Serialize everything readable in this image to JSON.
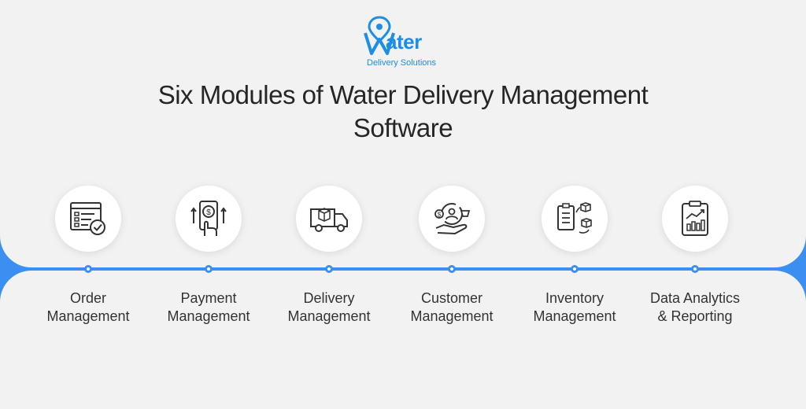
{
  "logo": {
    "word": "ater",
    "subtitle": "Delivery Solutions"
  },
  "title": {
    "line1": "Six Modules of Water Delivery Management",
    "line2": "Software"
  },
  "colors": {
    "accent": "#3a8ff0",
    "brand": "#1c8ee6",
    "panel": "#f2f2f2",
    "text": "#262626"
  },
  "modules": [
    {
      "icon": "order-checklist-icon",
      "line1": "Order",
      "line2": "Management"
    },
    {
      "icon": "payment-phone-icon",
      "line1": "Payment",
      "line2": "Management"
    },
    {
      "icon": "delivery-truck-icon",
      "line1": "Delivery",
      "line2": "Management"
    },
    {
      "icon": "customer-care-icon",
      "line1": "Customer",
      "line2": "Management"
    },
    {
      "icon": "inventory-boxes-icon",
      "line1": "Inventory",
      "line2": "Management"
    },
    {
      "icon": "analytics-clipboard-icon",
      "line1": "Data Analytics",
      "line2": "& Reporting"
    }
  ]
}
